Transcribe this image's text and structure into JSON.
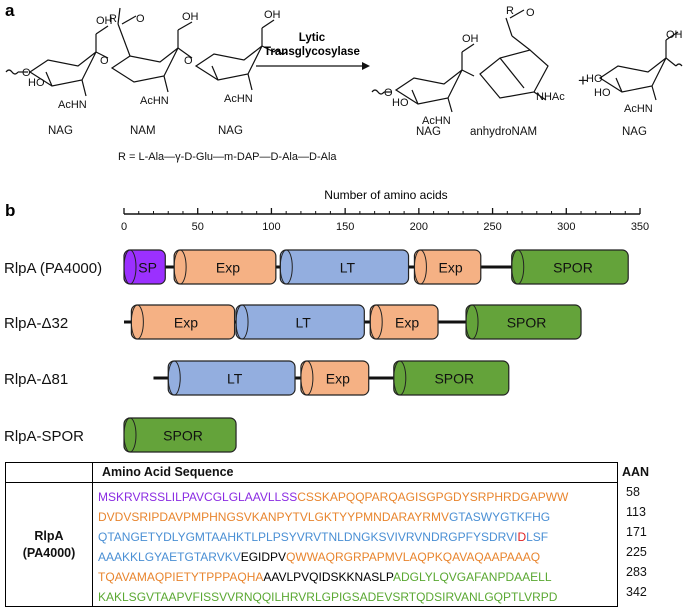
{
  "panel_a": {
    "label": "a",
    "arrow_label_line1": "Lytic",
    "arrow_label_line2": "Transglycosylase",
    "r_label": "R",
    "acetyl_group": "AcHN",
    "anhydro_acetyl": "NHAc",
    "oh": "OH",
    "ho": "HO",
    "o": "O",
    "plus": "+",
    "units_left": [
      "NAG",
      "NAM",
      "NAG"
    ],
    "units_right": [
      "NAG",
      "anhydroNAM",
      "NAG"
    ],
    "r_definition": "R = L-Ala—γ-D-Glu—m-DAP—D-Ala—D-Ala"
  },
  "panel_b": {
    "label": "b",
    "axis_title": "Number of amino acids",
    "axis_min": 0,
    "axis_max": 350,
    "ticks": [
      0,
      50,
      100,
      150,
      200,
      250,
      300,
      350
    ],
    "colors": {
      "SP": "#9b30ff",
      "Exp": "#f5b184",
      "LT": "#93aedf",
      "SPOR": "#64a33a"
    },
    "constructs": [
      {
        "name": "RlpA (PA4000)",
        "line": [
          0,
          342
        ],
        "domains": [
          {
            "label": "SP",
            "start": 0,
            "end": 28
          },
          {
            "label": "Exp",
            "start": 34,
            "end": 103
          },
          {
            "label": "LT",
            "start": 106,
            "end": 193
          },
          {
            "label": "Exp",
            "start": 197,
            "end": 242
          },
          {
            "label": "SPOR",
            "start": 263,
            "end": 342
          }
        ]
      },
      {
        "name": "RlpA-Δ32",
        "line": [
          0,
          310
        ],
        "domains": [
          {
            "label": "Exp",
            "start": 5,
            "end": 75
          },
          {
            "label": "LT",
            "start": 76,
            "end": 163
          },
          {
            "label": "Exp",
            "start": 167,
            "end": 213
          },
          {
            "label": "SPOR",
            "start": 232,
            "end": 310
          }
        ]
      },
      {
        "name": "RlpA-Δ81",
        "line": [
          20,
          261
        ],
        "domains": [
          {
            "label": "LT",
            "start": 30,
            "end": 116
          },
          {
            "label": "Exp",
            "start": 120,
            "end": 166
          },
          {
            "label": "SPOR",
            "start": 183,
            "end": 261
          }
        ]
      },
      {
        "name": "RlpA-SPOR",
        "line": [
          0,
          76
        ],
        "domains": [
          {
            "label": "SPOR",
            "start": 0,
            "end": 76
          }
        ]
      }
    ]
  },
  "sequence_table": {
    "header": "Amino Acid Sequence",
    "aan_header": "AAN",
    "row_name_line1": "RlpA",
    "row_name_line2": "(PA4000)",
    "segment_colors": {
      "SP": "#8a2be2",
      "Exp": "#e8852e",
      "LT": "#4a8fd4",
      "linker": "#000000",
      "SPOR": "#5aa832",
      "mark": "#e02020"
    },
    "lines": [
      {
        "segments": [
          {
            "text": "MSKRVRSSLILPAVCGLGLAAVLLSS",
            "domain": "SP"
          },
          {
            "text": "CSSKAPQQPARQAGISGPGDYSRPHRDGAPWW",
            "domain": "Exp"
          }
        ],
        "aan": "58"
      },
      {
        "segments": [
          {
            "text": "DVDVSRIPDAVPMPHNGSVKANPYTVLGKTYYPMNDARAYRMV",
            "domain": "Exp"
          },
          {
            "text": "GTASWYGTKFHG",
            "domain": "LT"
          }
        ],
        "aan": "113"
      },
      {
        "segments": [
          {
            "text": "QTANGETYDLYGMTAAHKTLPLPSYVRVTNLDNGKSVIVRVNDRGPFYSDRVI",
            "domain": "LT"
          },
          {
            "text": "D",
            "domain": "mark"
          },
          {
            "text": "LSF",
            "domain": "LT"
          }
        ],
        "aan": "171"
      },
      {
        "segments": [
          {
            "text": "AAAKKLGYAETGTARVKV",
            "domain": "LT"
          },
          {
            "text": "EGIDPV",
            "domain": "linker"
          },
          {
            "text": "QWWAQRGRPAPMVLAQPKQAVAQAAPAAAQ",
            "domain": "Exp"
          }
        ],
        "aan": "225"
      },
      {
        "segments": [
          {
            "text": "TQAVAMAQPIETYTPPPAQHA",
            "domain": "Exp"
          },
          {
            "text": "AAVLPVQIDSKKNASLP",
            "domain": "linker"
          },
          {
            "text": "ADGLYLQVGAFANPDAAELL",
            "domain": "SPOR"
          }
        ],
        "aan": "283"
      },
      {
        "segments": [
          {
            "text": "KAKLSGVTAAPVFISSVVRNQQILHRVRLGPIGSADEVSRTQDSIRVANLGQPTLVRPD",
            "domain": "SPOR"
          }
        ],
        "aan": "342"
      }
    ]
  }
}
